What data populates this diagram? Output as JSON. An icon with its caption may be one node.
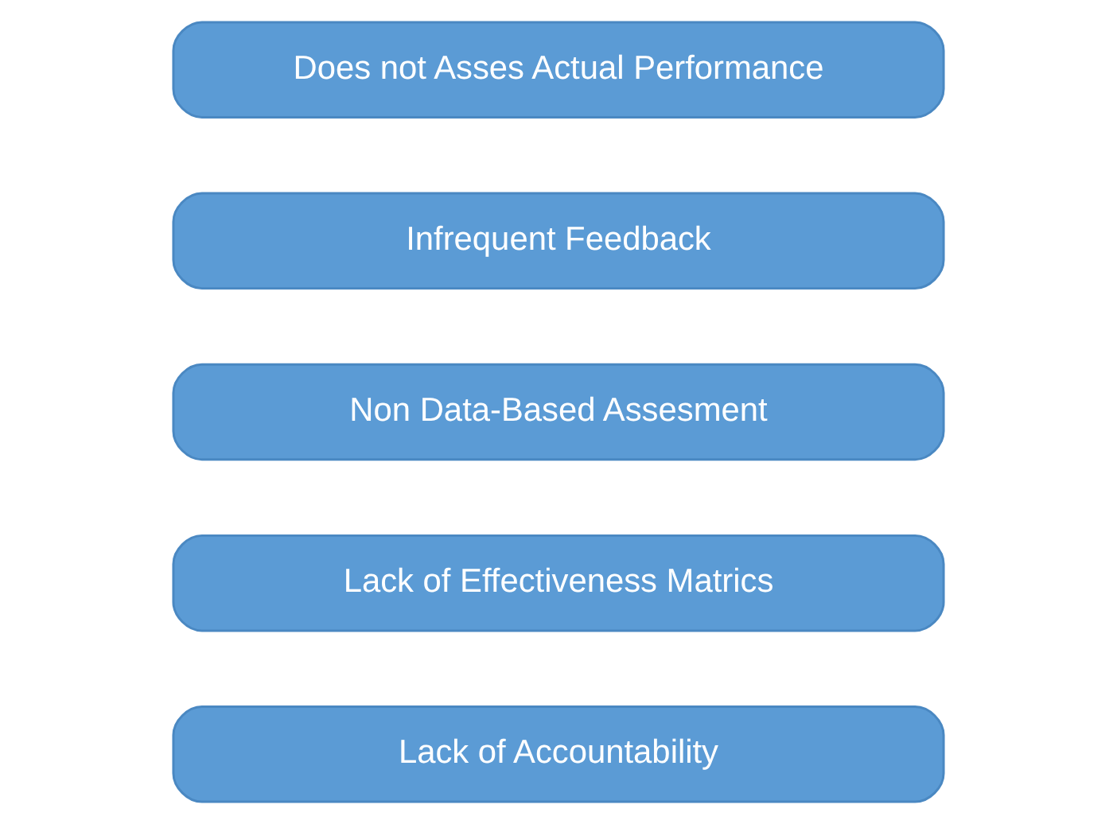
{
  "diagram": {
    "nodes": [
      {
        "text": [
          "Does not Asses Actual Performance"
        ]
      },
      {
        "text": [
          "Infrequent Feedback"
        ]
      },
      {
        "text": [
          "Non Data-Based Assesment"
        ]
      },
      {
        "text": [
          "Lack of Effectiveness Matrics"
        ]
      },
      {
        "text": [
          "Lack of Accountability"
        ]
      }
    ]
  }
}
